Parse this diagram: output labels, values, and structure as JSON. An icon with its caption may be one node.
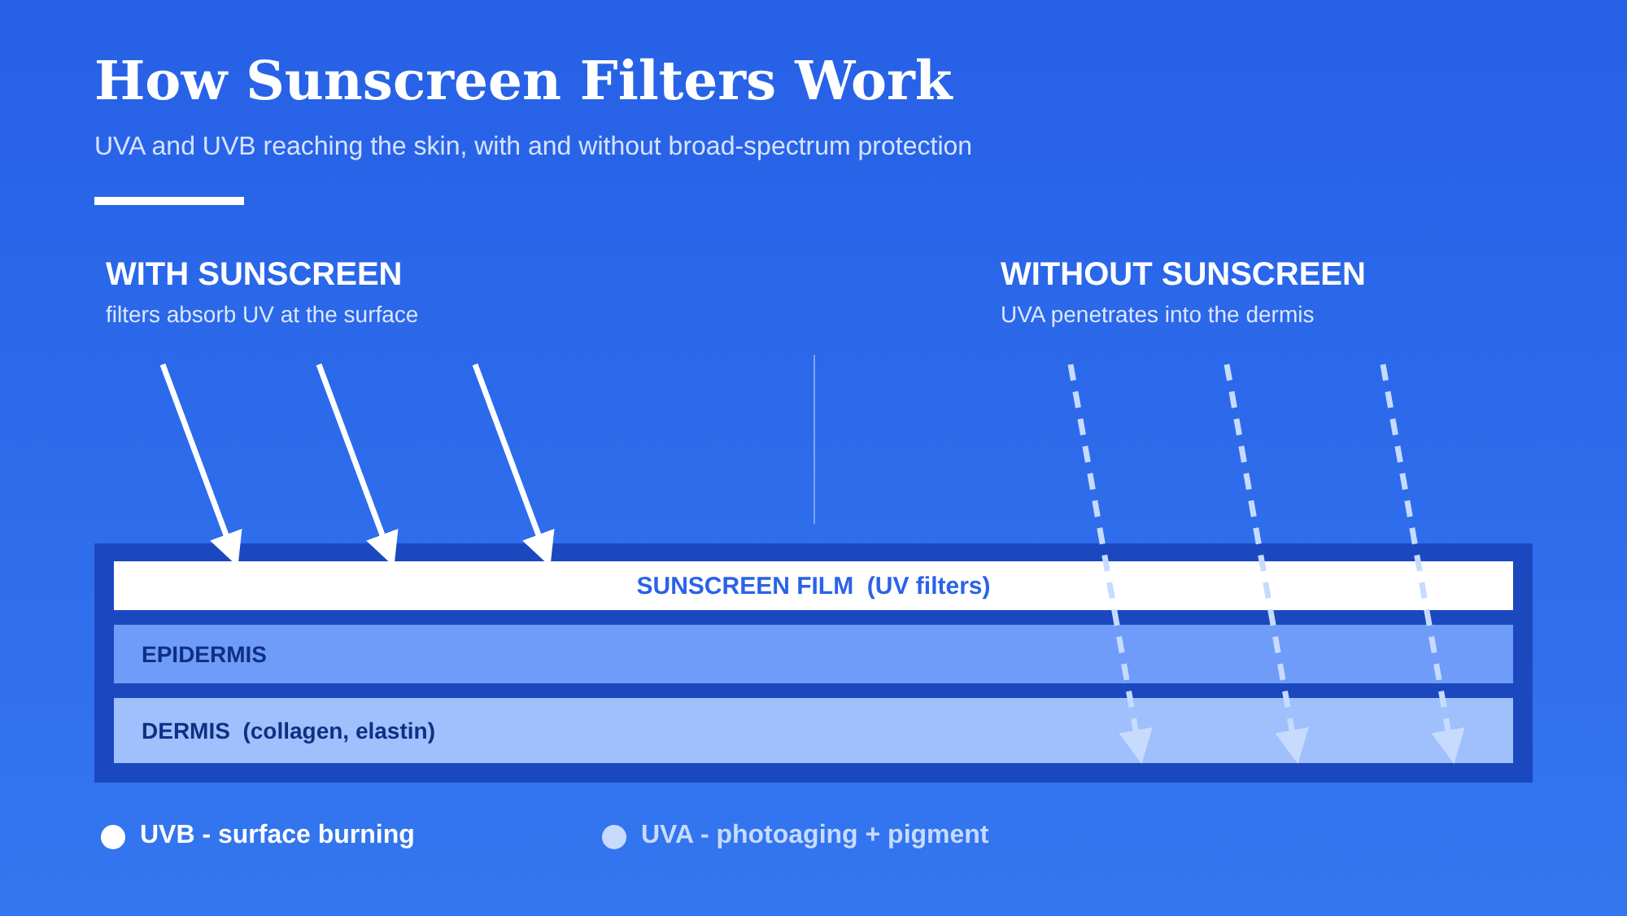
{
  "diagram": {
    "title": "How Sunscreen Filters Work",
    "nodes": [
      {
        "text": [],
        "shape": "box"
      },
      {
        "text": [
          "SUNSCREEN FILM  (UV filters)"
        ],
        "in": 0
      },
      {
        "text": [
          "EPIDERMIS"
        ],
        "in": 0
      },
      {
        "text": [
          "DERMIS  (collagen, elastin)"
        ],
        "in": 0
      }
    ],
    "edges": [
      {
        "from": null,
        "to": 1,
        "arrow": "to"
      },
      {
        "from": null,
        "to": 1,
        "arrow": "to"
      },
      {
        "from": null,
        "to": 1,
        "arrow": "to"
      },
      {
        "from": null,
        "to": 3,
        "arrow": "to",
        "style": "dashed",
        "color": "#c7dbff"
      },
      {
        "from": null,
        "to": 3,
        "arrow": "to",
        "style": "dashed",
        "color": "#c7dbff"
      },
      {
        "from": null,
        "to": 3,
        "arrow": "to",
        "style": "dashed",
        "color": "#c7dbff"
      }
    ],
    "labels": [
      "UVA and UVB reaching the skin, with and without broad-spectrum protection",
      "WITH SUNSCREEN",
      "filters absorb UV at the surface",
      "WITHOUT SUNSCREEN",
      "UVA penetrates into the dermis"
    ],
    "legend": [
      {
        "text": "UVB - surface burning",
        "color": "#ffffff"
      },
      {
        "text": "UVA - photoaging + pigment",
        "color": "#c7dbff"
      }
    ]
  }
}
